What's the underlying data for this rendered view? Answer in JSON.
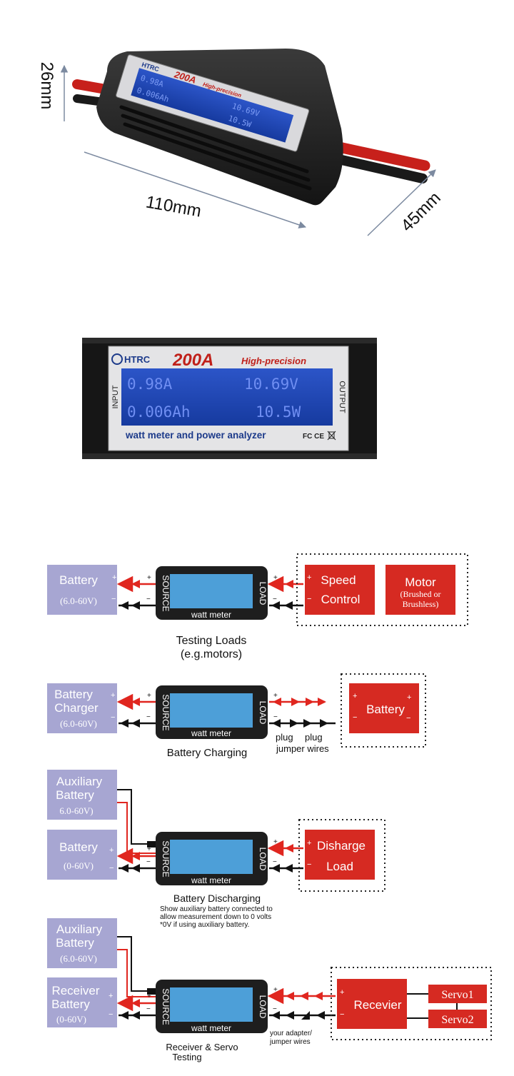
{
  "product": {
    "dim_height": "26mm",
    "dim_length": "110mm",
    "dim_width": "45mm",
    "brand": "HTRC",
    "model": "200A",
    "tagline": "High-precision",
    "input_label": "INPUT",
    "output_label": "OUTPUT",
    "readings": [
      "0.98A",
      "10.69V",
      "0.006Ah",
      "10.5W"
    ],
    "description": "watt meter and power analyzer",
    "certs": "FC CE"
  },
  "common": {
    "meter_label": "watt meter",
    "source_label": "SOURCE",
    "load_label": "LOAD",
    "plus": "+",
    "minus": "−"
  },
  "diagrams": {
    "d1": {
      "source_name": "Battery",
      "source_range": "(6.0-60V)",
      "load1": [
        "Speed",
        "Control"
      ],
      "load2_name": "Motor",
      "load2_sub": [
        "(Brushed or",
        "Brushless)"
      ],
      "caption": [
        "Testing Loads",
        "(e.g.motors)"
      ]
    },
    "d2": {
      "source_name": [
        "Battery",
        "Charger"
      ],
      "source_range": "(6.0-60V)",
      "load_name": "Battery",
      "plug_labels": [
        "plug",
        "plug"
      ],
      "wires_label": "jumper wires",
      "caption": "Battery Charging"
    },
    "d3": {
      "aux_name": [
        "Auxiliary",
        "Battery"
      ],
      "aux_range": "6.0-60V)",
      "source_name": "Battery",
      "source_range": "(0-60V)",
      "load_name": [
        "Disharge",
        "Load"
      ],
      "caption": "Battery Discharging",
      "notes": [
        "Show auxiliary battery connected to",
        "allow measurement down to 0 volts",
        "*0V if using auxiliary battery."
      ]
    },
    "d4": {
      "aux_name": [
        "Auxiliary",
        "Battery"
      ],
      "aux_range": "(6.0-60V)",
      "source_name": [
        "Receiver",
        "Battery"
      ],
      "source_range": "(0-60V)",
      "load_name": "Recevier",
      "servos": [
        "Servo1",
        "Servo2"
      ],
      "wires_label": [
        "your adapter/",
        "jumper wires"
      ],
      "caption": [
        "Receiver & Servo",
        "Testing"
      ]
    }
  },
  "colors": {
    "lavender": "#a7a6d2",
    "red_box": "#d62a22",
    "wire_red": "#e0261f",
    "meter_body": "#1e1e1e",
    "lcd": "#4d9fd8",
    "lcd_dark": "#1d3fa8",
    "lcd_text": "#6d8df0"
  }
}
